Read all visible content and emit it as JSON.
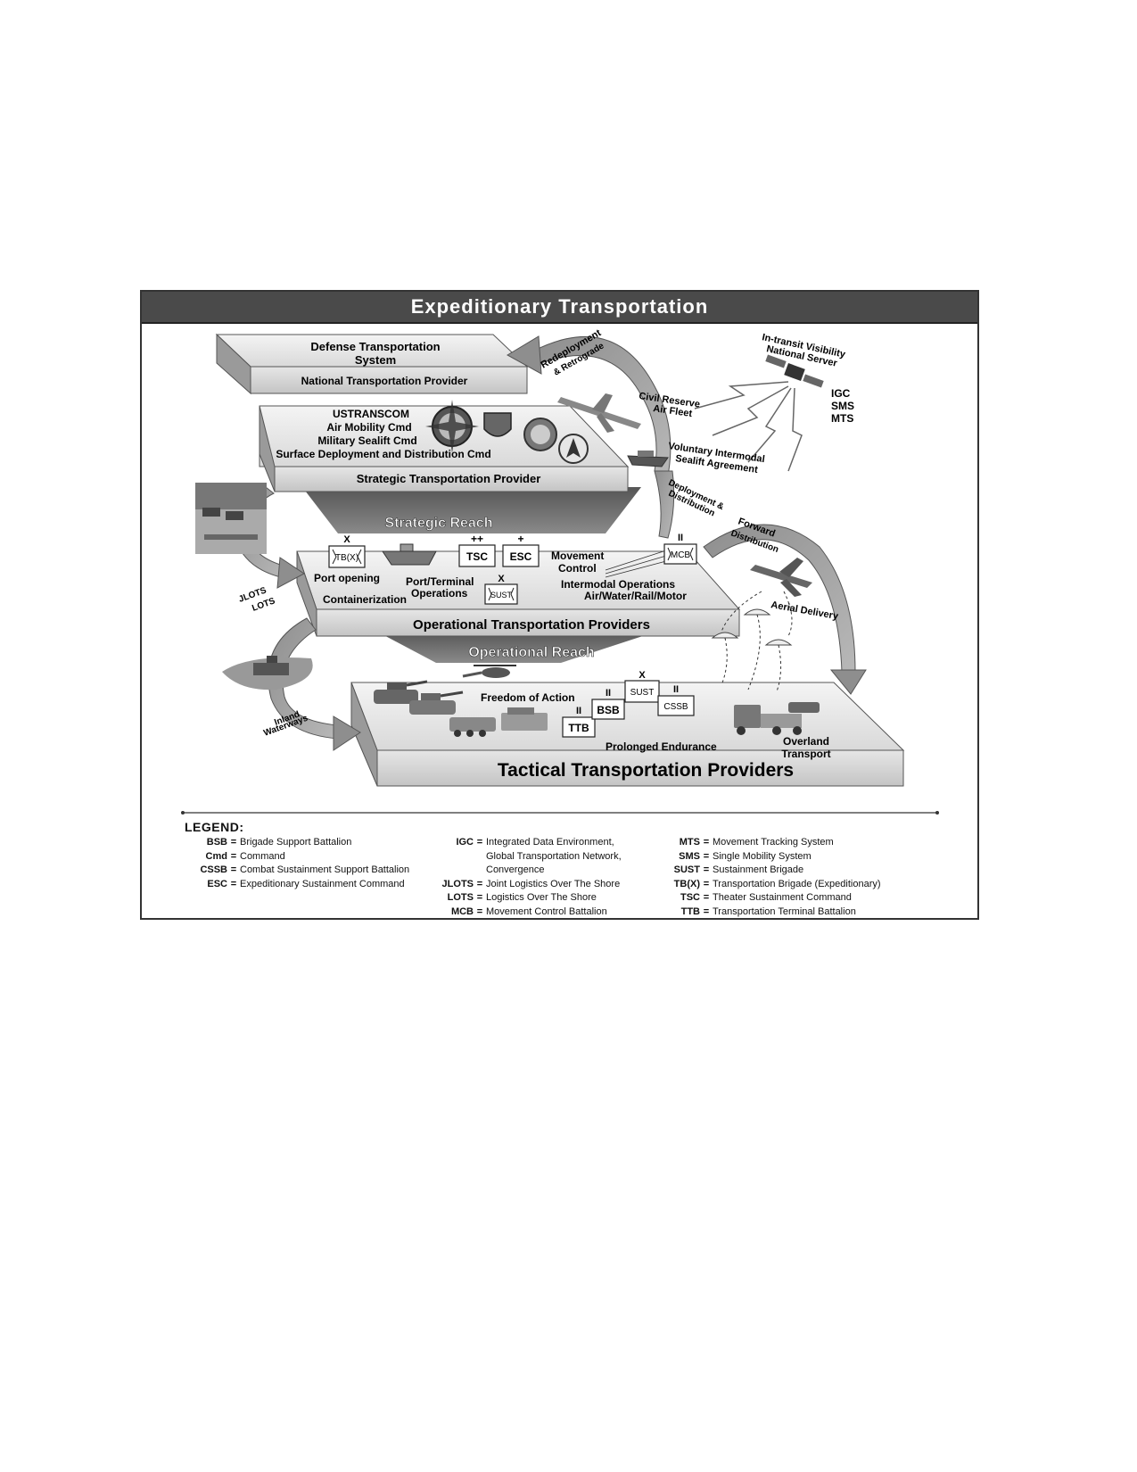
{
  "title": "Expeditionary Transportation",
  "tiers": {
    "national": {
      "heading": "Defense Transportation System",
      "heading_l1": "Defense Transportation",
      "heading_l2": "System",
      "provider": "National Transportation Provider"
    },
    "strategic": {
      "lines": [
        "USTRANSCOM",
        "Air Mobility Cmd",
        "Military Sealift Cmd",
        "Surface Deployment and Distribution Cmd"
      ],
      "provider": "Strategic Transportation Provider"
    },
    "operational": {
      "provider": "Operational Transportation Providers",
      "units": [
        "TB(X)",
        "TSC",
        "ESC",
        "SUST",
        "MCB"
      ],
      "labels": {
        "port_opening": "Port opening",
        "containerization": "Containerization",
        "port_terminal_1": "Port/Terminal",
        "port_terminal_2": "Operations",
        "movement_1": "Movement",
        "movement_2": "Control",
        "intermodal_1": "Intermodal Operations",
        "intermodal_2": "Air/Water/Rail/Motor"
      }
    },
    "tactical": {
      "provider": "Tactical Transportation Providers",
      "units": [
        "SUST",
        "BSB",
        "CSSB",
        "TTB"
      ],
      "freedom": "Freedom of Action",
      "endurance": "Prolonged Endurance",
      "overland_1": "Overland",
      "overland_2": "Transport"
    }
  },
  "reach": {
    "strategic": "Strategic Reach",
    "operational": "Operational Reach"
  },
  "arrows": {
    "redeploy_1": "Redeployment",
    "redeploy_2": "& Retrograde",
    "cra_1": "Civil Reserve",
    "cra_2": "Air Fleet",
    "visa_1": "Voluntary Intermodal",
    "visa_2": "Sealift Agreement",
    "deploy_1": "Deployment &",
    "deploy_2": "Distribution",
    "forward_1": "Forward",
    "forward_2": "Distribution",
    "aerial": "Aerial Delivery",
    "jlots_1": "JLOTS",
    "jlots_2": "LOTS",
    "inland_1": "Inland",
    "inland_2": "Waterways"
  },
  "itv": {
    "line1": "In-transit Visibility",
    "line2": "National Server",
    "systems": [
      "IGC",
      "SMS",
      "MTS"
    ]
  },
  "echelons": {
    "brigade": "X",
    "corps_plus": "++",
    "army_plus": "+",
    "battalion": "II"
  },
  "legend": {
    "heading": "LEGEND:",
    "col1": [
      {
        "abbr": "BSB",
        "def": "Brigade Support Battalion"
      },
      {
        "abbr": "Cmd",
        "def": "Command"
      },
      {
        "abbr": "CSSB",
        "def": "Combat Sustainment Support Battalion"
      },
      {
        "abbr": "ESC",
        "def": "Expeditionary Sustainment Command"
      }
    ],
    "col2": [
      {
        "abbr": "IGC",
        "def": "Integrated Data Environment,"
      },
      {
        "abbr": "",
        "def": "Global Transportation Network,"
      },
      {
        "abbr": "",
        "def": "Convergence"
      },
      {
        "abbr": "JLOTS",
        "def": "Joint Logistics Over The Shore"
      },
      {
        "abbr": "LOTS",
        "def": "Logistics Over The Shore"
      },
      {
        "abbr": "MCB",
        "def": "Movement Control Battalion"
      }
    ],
    "col3": [
      {
        "abbr": "MTS",
        "def": "Movement Tracking System"
      },
      {
        "abbr": "SMS",
        "def": "Single Mobility System"
      },
      {
        "abbr": "SUST",
        "def": "Sustainment Brigade"
      },
      {
        "abbr": "TB(X)",
        "def": "Transportation Brigade (Expeditionary)"
      },
      {
        "abbr": "TSC",
        "def": "Theater Sustainment Command"
      },
      {
        "abbr": "TTB",
        "def": "Transportation Terminal Battalion"
      }
    ]
  }
}
